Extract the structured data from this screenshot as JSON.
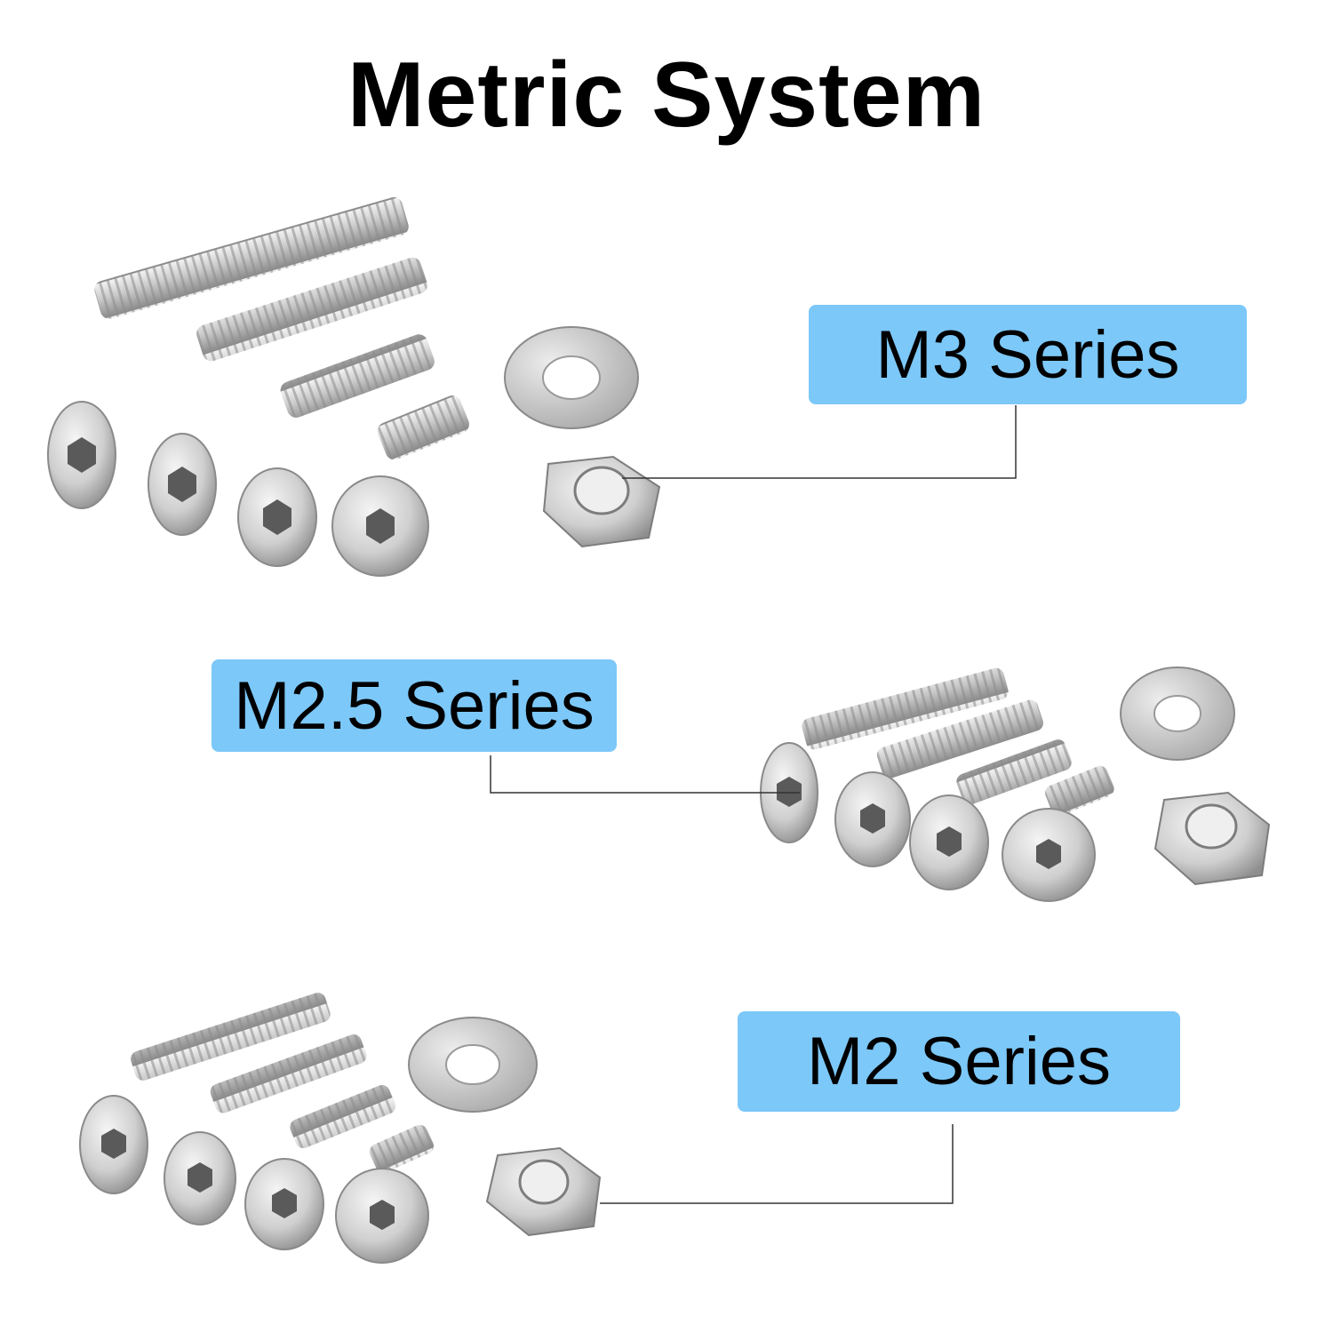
{
  "title": "Metric System",
  "series": [
    {
      "label": "M3 Series"
    },
    {
      "label": "M2.5 Series"
    },
    {
      "label": "M2 Series"
    }
  ],
  "colors": {
    "label_background": "#7cc8f8",
    "metal_light": "#e6e6e6",
    "metal_mid": "#bdbdbd",
    "metal_dark": "#7d7d7d"
  }
}
